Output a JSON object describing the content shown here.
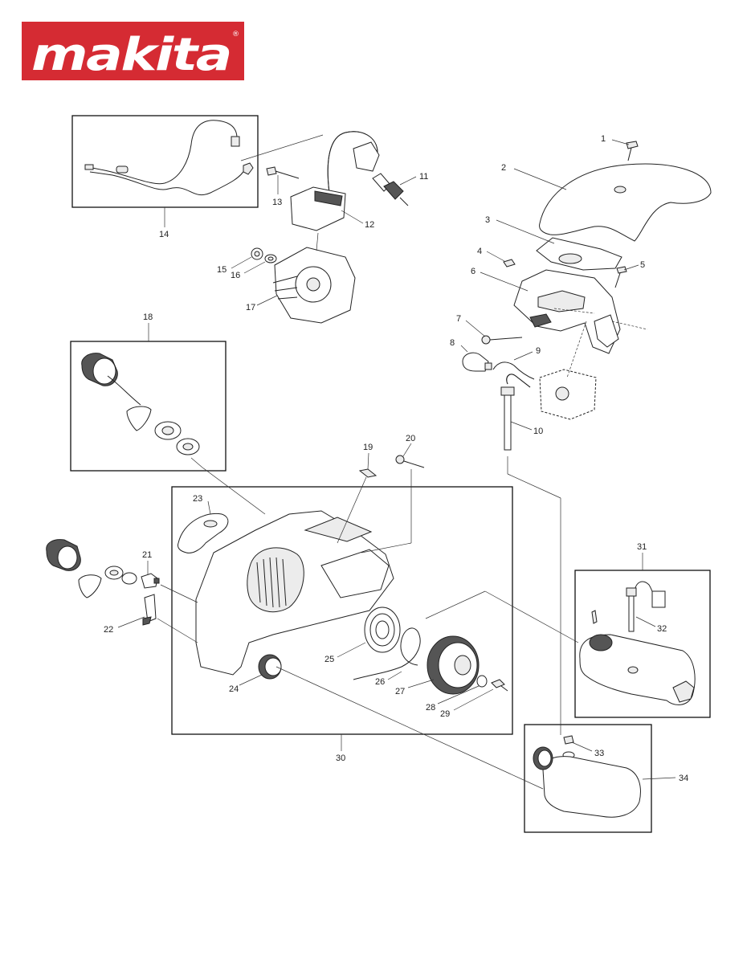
{
  "brand": {
    "name": "makita",
    "registered_mark": "®",
    "color": "#D52B33"
  },
  "callouts": {
    "c1": "1",
    "c2": "2",
    "c3": "3",
    "c4": "4",
    "c5": "5",
    "c6": "6",
    "c7": "7",
    "c8": "8",
    "c9": "9",
    "c10": "10",
    "c11": "11",
    "c12": "12",
    "c13": "13",
    "c14": "14",
    "c15": "15",
    "c16": "16",
    "c17": "17",
    "c18": "18",
    "c19": "19",
    "c20": "20",
    "c21": "21",
    "c22": "22",
    "c23": "23",
    "c24": "24",
    "c25": "25",
    "c26": "26",
    "c27": "27",
    "c28": "28",
    "c29": "29",
    "c30": "30",
    "c31": "31",
    "c32": "32",
    "c33": "33",
    "c34": "34"
  }
}
